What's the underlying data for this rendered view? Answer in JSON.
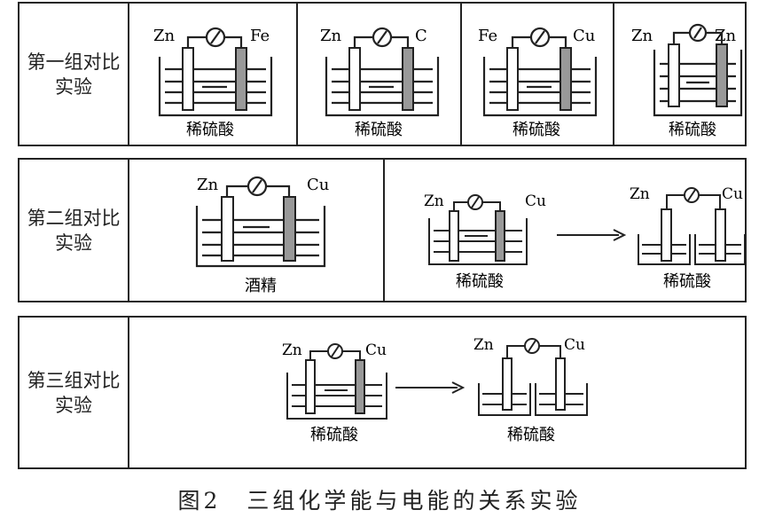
{
  "groups": [
    {
      "label_line1": "第一组对比",
      "label_line2": "实验"
    },
    {
      "label_line1": "第二组对比",
      "label_line2": "实验"
    },
    {
      "label_line1": "第三组对比",
      "label_line2": "实验"
    }
  ],
  "g1": [
    {
      "left": "Zn",
      "right": "Fe",
      "liquid": "稀硫酸"
    },
    {
      "left": "Zn",
      "right": "C",
      "liquid": "稀硫酸"
    },
    {
      "left": "Fe",
      "right": "Cu",
      "liquid": "稀硫酸"
    },
    {
      "left": "Zn",
      "right": "Zn",
      "liquid": "稀硫酸"
    }
  ],
  "g2": {
    "a": {
      "left": "Zn",
      "right": "Cu",
      "liquid": "酒精"
    },
    "b": {
      "left": "Zn",
      "right": "Cu",
      "liquid": "稀硫酸"
    },
    "c": {
      "left": "Zn",
      "right": "Cu",
      "liquid": "稀硫酸"
    }
  },
  "g3": {
    "a": {
      "left": "Zn",
      "right": "Cu",
      "liquid": "稀硫酸"
    },
    "b": {
      "left": "Zn",
      "right": "Cu",
      "liquid": "稀硫酸"
    }
  },
  "caption": "图2　三组化学能与电能的关系实验"
}
